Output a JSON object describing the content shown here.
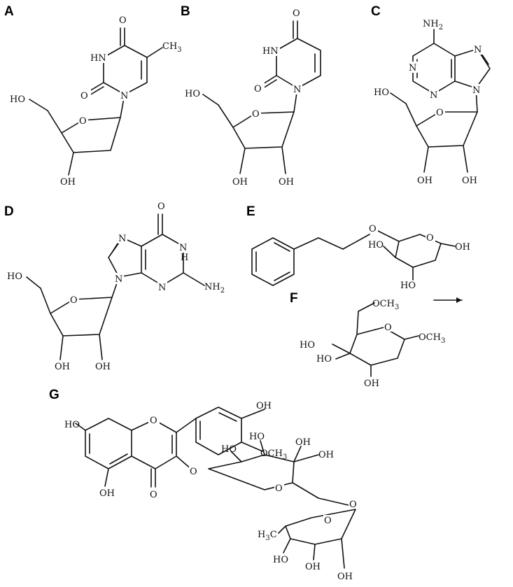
{
  "colors": {
    "ink": "#111111",
    "background": "#ffffff"
  },
  "panels": [
    {
      "id": "A",
      "label": "A",
      "atoms": {
        "o1": "O",
        "hn": "HN",
        "o2": "O",
        "ch3": "CH",
        "ch3_sub": "3",
        "n": "N",
        "ho": "HO",
        "o_ring": "O",
        "oh": "OH"
      }
    },
    {
      "id": "B",
      "label": "B",
      "atoms": {
        "o1": "O",
        "hn": "HN",
        "o2": "O",
        "n": "N",
        "ho": "HO",
        "o_ring": "O",
        "oh1": "OH",
        "oh2": "OH"
      }
    },
    {
      "id": "C",
      "label": "C",
      "atoms": {
        "nh2": "NH",
        "nh2_sub": "2",
        "n1": "N",
        "n3": "N",
        "n7": "N",
        "n9": "N",
        "ho": "HO",
        "o_ring": "O",
        "oh1": "OH",
        "oh2": "OH"
      }
    },
    {
      "id": "D",
      "label": "D",
      "atoms": {
        "o": "O",
        "n7": "N",
        "nh": "N",
        "h": "H",
        "n3": "N",
        "n9": "N",
        "nh2": "NH",
        "nh2_sub": "2",
        "ho": "HO",
        "o_ring": "O",
        "oh1": "OH",
        "oh2": "OH"
      }
    },
    {
      "id": "E",
      "label": "E",
      "atoms": {
        "o_link": "O",
        "o_ring": "O",
        "ho1": "HO",
        "ho2": "HO",
        "oh": "OH"
      }
    },
    {
      "id": "F",
      "label": "F",
      "atoms": {
        "och3_top": "OCH",
        "och3_top_sub": "3",
        "o_ring": "O",
        "och3": "OCH",
        "och3_sub": "3",
        "ho1": "HO",
        "ho2": "HO",
        "oh": "OH"
      }
    },
    {
      "id": "G",
      "label": "G",
      "atoms": {
        "oh_top": "OH",
        "och3": "OCH",
        "och3_sub": "3",
        "ho7": "HO",
        "o1": "O",
        "oh5": "OH",
        "o4": "O",
        "o3": "O",
        "ho_g1": "HO",
        "ho_g2": "HO",
        "oh_g1": "OH",
        "oh_g2": "OH",
        "o_g_ring": "O",
        "o_link": "O",
        "h3c": "H",
        "h3c_sub": "3",
        "h3c_c": "C",
        "o_r_ring": "O",
        "ho_r": "HO",
        "oh_r1": "OH",
        "oh_r2": "OH"
      }
    }
  ]
}
